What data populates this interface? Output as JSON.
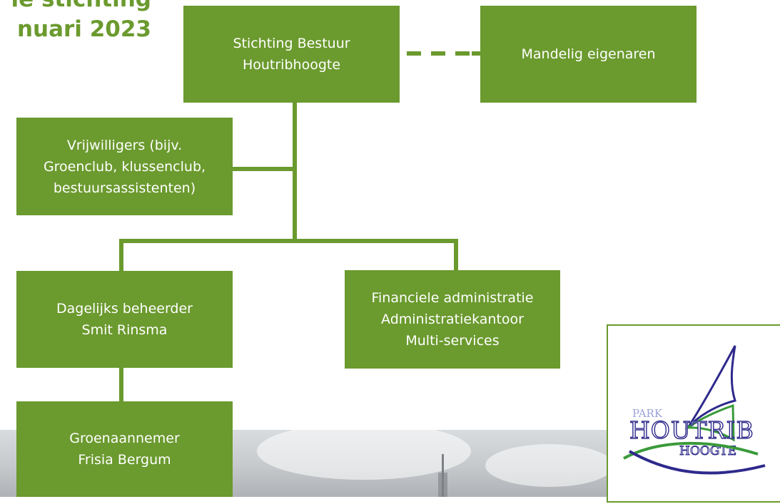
{
  "title": {
    "line1": "le stichting",
    "line2": "nuari 2023"
  },
  "nodes": {
    "bestuur": [
      "Stichting Bestuur",
      "Houtribhoogte"
    ],
    "eigenaren": [
      "Mandelig eigenaren"
    ],
    "vrijwilligers": [
      "Vrijwilligers (bijv.",
      "Groenclub, klussenclub,",
      "bestuursassistenten)"
    ],
    "beheerder": [
      "Dagelijks beheerder",
      "Smit Rinsma"
    ],
    "financieel": [
      "Financiele administratie",
      "Administratiekantoor",
      "Multi-services"
    ],
    "groen": [
      "Groenaannemer",
      "Frisia Bergum"
    ]
  },
  "logo": {
    "park": "PARK",
    "houtrib": "HOUTRIB",
    "hoogte": "HOOGTE"
  },
  "colors": {
    "green": "#6b9a2e",
    "logo_blue": "#2e2a8c",
    "logo_green": "#3a9a3a",
    "logo_lilac": "#9aa2d8"
  }
}
